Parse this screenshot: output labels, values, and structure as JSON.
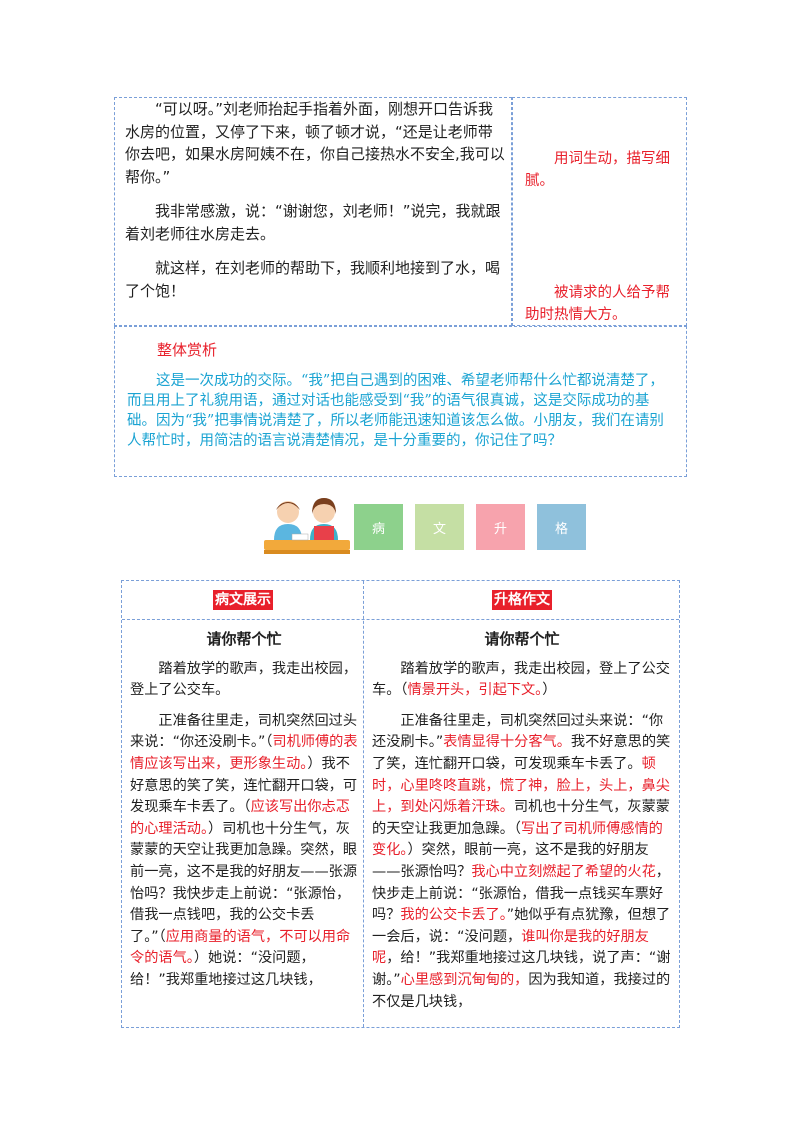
{
  "story": {
    "paragraphs": [
      "“可以呀。”刘老师抬起手指着外面，刚想开口告诉我水房的位置，又停了下来，顿了顿才说，“还是让老师带你去吧，如果水房阿姨不在，你自己接热水不安全,我可以帮你。”",
      "我非常感激，说：“谢谢您，刘老师！”说完，我就跟着刘老师往水房走去。",
      "就这样，在刘老师的帮助下，我顺利地接到了水，喝了个饱！"
    ],
    "comments": [
      "用词生动，描写细腻。",
      "被请求的人给予帮助时热情大方。"
    ]
  },
  "summary": {
    "title": "整体赏析",
    "body": "这是一次成功的交际。“我”把自己遇到的困难、希望老师帮什么忙都说清楚了，而且用上了礼貌用语，通过对话也能感受到“我”的语气很真诚，这是交际成功的基础。因为“我”把事情说清楚了，所以老师能迅速知道该怎么做。小朋友，我们在请别人帮忙时，用简洁的语言说清楚情况，是十分重要的，你记住了吗？"
  },
  "banner": {
    "tiles": [
      {
        "label": "病",
        "color": "#8dd18c"
      },
      {
        "label": "文",
        "color": "#c5dfa4"
      },
      {
        "label": "升",
        "color": "#f7a3ad"
      },
      {
        "label": "格",
        "color": "#8fc1dc"
      }
    ]
  },
  "compare": {
    "left_header": "病文展示",
    "right_header": "升格作文",
    "left": {
      "title": "请你帮个忙",
      "p1": "踏着放学的歌声，我走出校园，登上了公交车。",
      "p2_a": "正准备往里走，司机突然回过头来说：“你还没刷卡。”（",
      "p2_b": "司机师傅的表情应该写出来，更形象生动。",
      "p2_c": "）我不好意思的笑了笑，连忙翻开口袋，可发现乘车卡丢了。（",
      "p2_d": "应该写出你忐忑的心理活动。",
      "p2_e": "）司机也十分生气，灰蒙蒙的天空让我更加急躁。突然，眼前一亮，这不是我的好朋友——张源怡吗？我快步走上前说：“张源怡，借我一点钱吧，我的公交卡丢了。”（",
      "p2_f": "应用商量的语气，不可以用命令的语气。",
      "p2_g": "）她说：“没问题，给！”我郑重地接过这几块钱，"
    },
    "right": {
      "title": "请你帮个忙",
      "p1_a": "踏着放学的歌声，我走出校园，登上了公交车。（",
      "p1_b": "情景开头，引起下文。",
      "p1_c": "）",
      "p2_a": "正准备往里走，司机突然回过头来说：“你还没刷卡。”",
      "p2_b": "表情显得十分客气。",
      "p2_c": "我不好意思的笑了笑，连忙翻开口袋，可发现乘车卡丢了。",
      "p2_d": "顿时，心里咚咚直跳，慌了神，脸上，头上，鼻尖上，到处闪烁着汗珠。",
      "p2_e": "司机也十分生气，灰蒙蒙的天空让我更加急躁。（",
      "p2_f": "写出了司机师傅感情的变化。",
      "p2_g": "）突然，眼前一亮，这不是我的好朋友——张源怡吗？",
      "p2_h": "我心中立刻燃起了希望的火花",
      "p2_i": "，快步走上前说：“张源怡，借我一点钱买车票好吗？",
      "p2_j": "我的公交卡丢了。",
      "p2_k": "”她似乎有点犹豫，但想了一会后，说：“没问题，",
      "p2_l": "谁叫你是我的好朋友呢",
      "p2_m": "，给！”我郑重地接过这几块钱，说了声：“谢谢。”",
      "p2_n": "心里感到沉甸甸的，",
      "p2_o": "因为我知道，我接过的不仅是几块钱，"
    }
  }
}
